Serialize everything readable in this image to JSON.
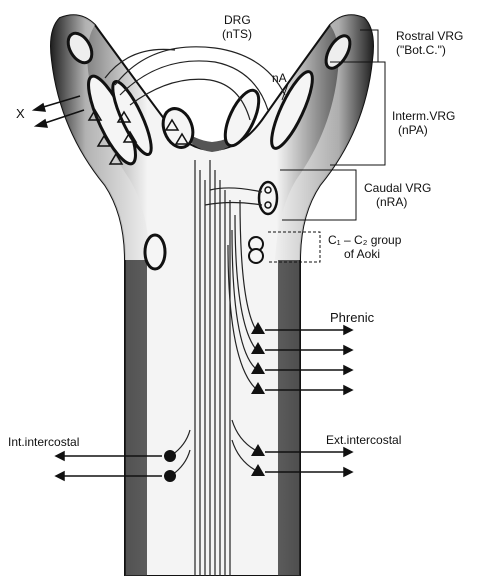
{
  "labels": {
    "drg_line1": "DRG",
    "drg_line2": "(nTS)",
    "na": "nA",
    "x": "X",
    "rostral_line1": "Rostral VRG",
    "rostral_line2": "(\"Bot.C.\")",
    "interm_line1": "Interm.VRG",
    "interm_line2": "(nPA)",
    "caudal_line1": "Caudal VRG",
    "caudal_line2": "(nRA)",
    "c1c2_line1": "C₁ – C₂ group",
    "c1c2_line2": "of Aoki",
    "phrenic": "Phrenic",
    "int_intercostal": "Int.intercostal",
    "ext_intercostal": "Ext.intercostal"
  },
  "colors": {
    "ink": "#111111",
    "shade": "#3a3a3a",
    "paper": "#ffffff"
  }
}
